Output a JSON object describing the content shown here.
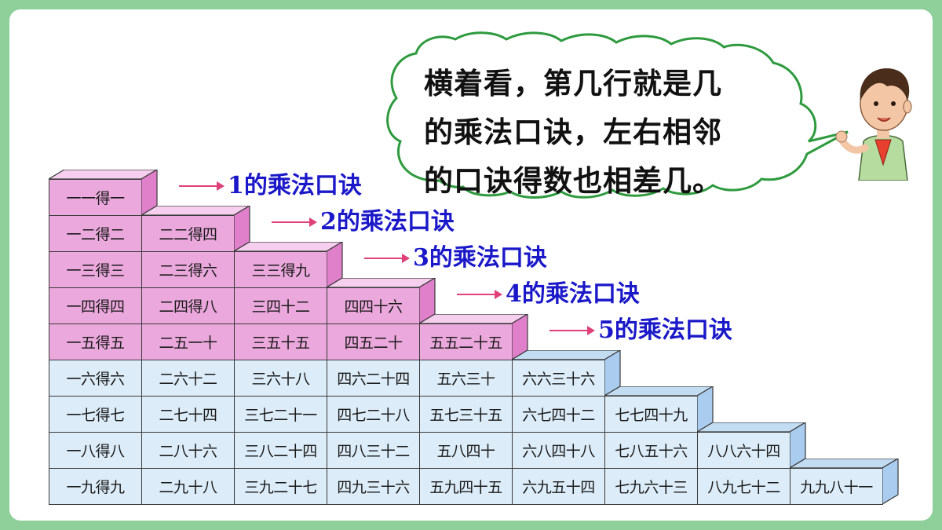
{
  "rows": [
    [
      "一一得一"
    ],
    [
      "一二得二",
      "二二得四"
    ],
    [
      "一三得三",
      "二三得六",
      "三三得九"
    ],
    [
      "一四得四",
      "二四得八",
      "三四十二",
      "四四十六"
    ],
    [
      "一五得五",
      "二五一十",
      "三五十五",
      "四五二十",
      "五五二十五"
    ],
    [
      "一六得六",
      "二六十二",
      "三六十八",
      "四六二十四",
      "五六三十",
      "六六三十六"
    ],
    [
      "一七得七",
      "二七十四",
      "三七二十一",
      "四七二十八",
      "五七三十五",
      "六七四十二",
      "七七四十九"
    ],
    [
      "一八得八",
      "二八十六",
      "三八二十四",
      "四八三十二",
      "五八四十",
      "六八四十八",
      "七八五十六",
      "八八六十四"
    ],
    [
      "一九得九",
      "二九十八",
      "三九二十七",
      "四九三十六",
      "五九四十五",
      "六九五十四",
      "七九六十三",
      "八九七十二",
      "九九八十一"
    ]
  ],
  "labels": [
    "1的乘法口诀",
    "2的乘法口诀",
    "3的乘法口诀",
    "4的乘法口诀",
    "5的乘法口诀"
  ],
  "speech_lines": [
    "横着看，第几行就是几",
    "的乘法口诀，左右相邻",
    "的口诀得数也相差几。"
  ],
  "colors": {
    "background": "#8fcf9a",
    "highlight_rows": "#eba8dc",
    "other_rows": "#dcecf8",
    "label_text": "#1a18c8",
    "arrow": "#e0407a"
  }
}
